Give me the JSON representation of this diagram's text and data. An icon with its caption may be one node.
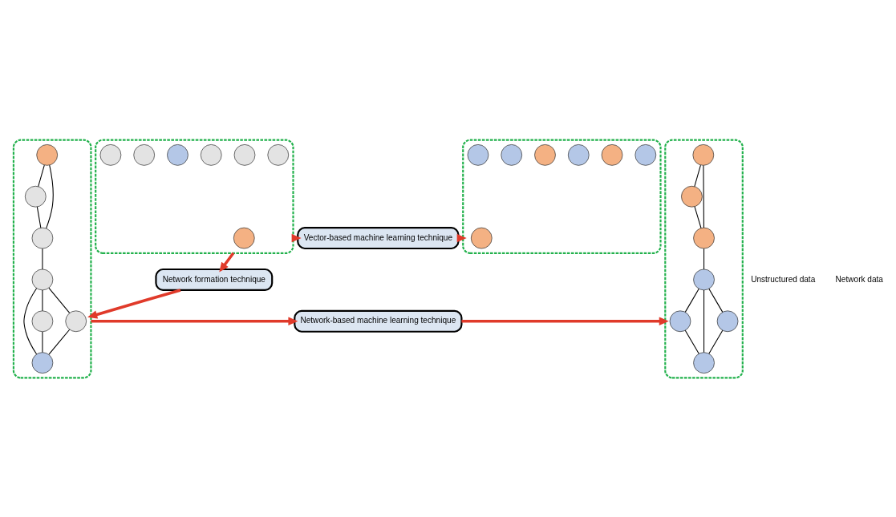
{
  "diagram": {
    "nodes": [
      {
        "text": [],
        "shape": "box"
      },
      {
        "text": [],
        "shape": "circle",
        "in": 0
      },
      {
        "text": [],
        "shape": "circle",
        "in": 0
      },
      {
        "text": [],
        "shape": "circle",
        "in": 0
      },
      {
        "text": [],
        "shape": "circle",
        "in": 0
      },
      {
        "text": [],
        "shape": "circle",
        "in": 0
      },
      {
        "text": [],
        "shape": "circle",
        "in": 0
      },
      {
        "text": [],
        "shape": "circle",
        "in": 0
      },
      {
        "text": [
          "Vector-based machine learning technique"
        ]
      },
      {
        "text": [],
        "shape": "box"
      },
      {
        "text": [],
        "shape": "circle",
        "in": 9
      },
      {
        "text": [],
        "shape": "circle",
        "in": 9
      },
      {
        "text": [],
        "shape": "circle",
        "in": 9
      },
      {
        "text": [],
        "shape": "circle",
        "in": 9
      },
      {
        "text": [],
        "shape": "circle",
        "in": 9
      },
      {
        "text": [],
        "shape": "circle",
        "in": 9
      },
      {
        "text": [],
        "shape": "circle",
        "in": 9
      },
      {
        "text": [
          "Network formation technique"
        ]
      },
      {
        "text": [],
        "shape": "box"
      },
      {
        "text": [],
        "shape": "circle",
        "in": 18
      },
      {
        "text": [],
        "shape": "circle",
        "in": 18
      },
      {
        "text": [],
        "shape": "circle",
        "in": 18
      },
      {
        "text": [],
        "shape": "circle",
        "in": 18
      },
      {
        "text": [],
        "shape": "circle",
        "in": 18
      },
      {
        "text": [],
        "shape": "circle",
        "in": 18
      },
      {
        "text": [],
        "shape": "circle",
        "in": 18
      },
      {
        "text": [
          "Network-based machine learning technique"
        ]
      },
      {
        "text": [],
        "shape": "box"
      },
      {
        "text": [],
        "shape": "circle",
        "in": 27
      },
      {
        "text": [],
        "shape": "circle",
        "in": 27
      },
      {
        "text": [],
        "shape": "circle",
        "in": 27
      },
      {
        "text": [],
        "shape": "circle",
        "in": 27
      },
      {
        "text": [],
        "shape": "circle",
        "in": 27
      },
      {
        "text": [],
        "shape": "circle",
        "in": 27
      },
      {
        "text": [],
        "shape": "circle",
        "in": 27
      }
    ],
    "edges": [
      {
        "from": 0,
        "to": 8,
        "arrow": "to",
        "style": "thick",
        "color": "#e03a2a"
      },
      {
        "from": 8,
        "to": 9,
        "arrow": "to",
        "style": "thick",
        "color": "#e03a2a"
      },
      {
        "from": 0,
        "to": 17,
        "arrow": "to",
        "style": "thick",
        "color": "#e03a2a"
      },
      {
        "from": 17,
        "to": 18,
        "arrow": "to",
        "style": "thick",
        "color": "#e03a2a"
      },
      {
        "from": 21,
        "to": 23,
        "arrow": "none"
      },
      {
        "from": 21,
        "to": 24,
        "arrow": "none"
      },
      {
        "from": 23,
        "to": 24,
        "arrow": "none"
      },
      {
        "from": 24,
        "to": 22,
        "arrow": "none"
      },
      {
        "from": 22,
        "to": 19,
        "arrow": "none"
      },
      {
        "from": 22,
        "to": 20,
        "arrow": "none"
      },
      {
        "from": 19,
        "to": 20,
        "arrow": "none"
      },
      {
        "from": 22,
        "to": 25,
        "arrow": "none"
      },
      {
        "from": 25,
        "to": 20,
        "arrow": "none"
      },
      {
        "from": 18,
        "to": 26,
        "arrow": "to",
        "style": "thick",
        "color": "#e03a2a"
      },
      {
        "from": 26,
        "to": 27,
        "arrow": "to",
        "style": "thick",
        "color": "#e03a2a"
      },
      {
        "from": 30,
        "to": 32,
        "arrow": "none"
      },
      {
        "from": 30,
        "to": 33,
        "arrow": "none"
      },
      {
        "from": 32,
        "to": 33,
        "arrow": "none"
      },
      {
        "from": 33,
        "to": 31,
        "arrow": "none"
      },
      {
        "from": 31,
        "to": 28,
        "arrow": "none"
      },
      {
        "from": 31,
        "to": 29,
        "arrow": "none"
      },
      {
        "from": 28,
        "to": 29,
        "arrow": "none"
      },
      {
        "from": 31,
        "to": 34,
        "arrow": "none"
      },
      {
        "from": 34,
        "to": 29,
        "arrow": "none"
      }
    ],
    "labels": [
      "Unstructured data",
      "Network data"
    ]
  }
}
